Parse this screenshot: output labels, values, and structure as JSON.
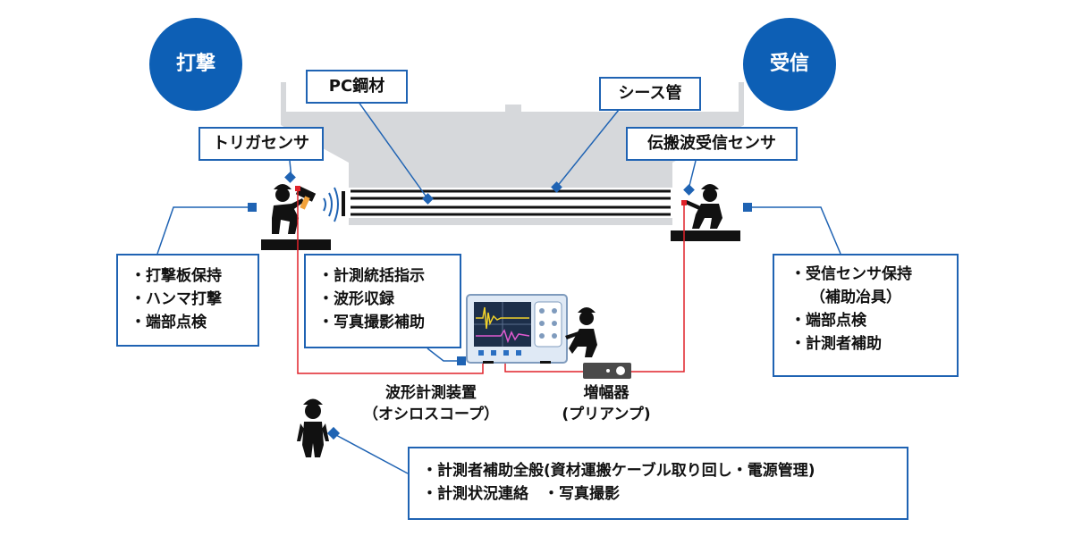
{
  "roles": {
    "striker": "打撃",
    "receiver": "受信"
  },
  "labels": {
    "pc_steel": "PC鋼材",
    "sheath": "シース管",
    "trigger_sensor": "トリガセンサ",
    "propagation_sensor": "伝搬波受信センサ"
  },
  "left_box": {
    "items": [
      "・打撃板保持",
      "・ハンマ打撃",
      "・端部点検"
    ]
  },
  "center_box": {
    "items": [
      "・計測統括指示",
      "・波形収録",
      "・写真撮影補助"
    ]
  },
  "right_box": {
    "items": [
      "・受信センサ保持",
      "（補助冶具）",
      "・端部点検",
      "・計測者補助"
    ]
  },
  "bottom_box": {
    "items": [
      "・計測者補助全般(資材運搬ケーブル取り回し・電源管理)",
      "・計測状況連絡　・写真撮影"
    ]
  },
  "devices": {
    "oscilloscope_name": "波形計測装置",
    "oscilloscope_sub": "（オシロスコープ）",
    "amplifier_name": "増幅器",
    "amplifier_sub": "(プリアンプ)"
  },
  "colors": {
    "accent_blue": "#0d5fb5",
    "frame_blue": "#1f63b3",
    "cable_red": "#e0222a",
    "structure_gray": "#d6d8db"
  },
  "icons": [
    "hammer-icon",
    "sound-wave-icon",
    "worker-icon",
    "oscilloscope-icon",
    "amplifier-icon",
    "connector-dot-icon"
  ]
}
